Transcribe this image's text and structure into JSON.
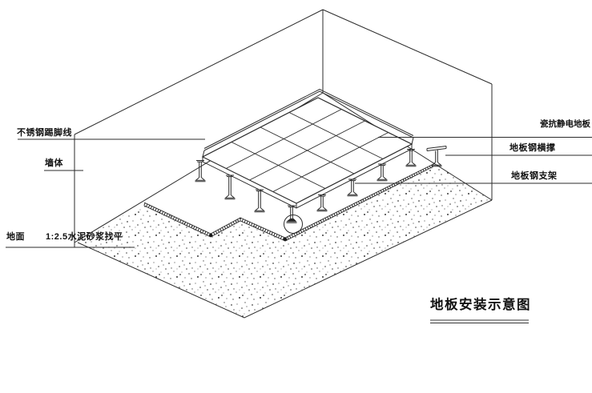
{
  "figure": {
    "kind": "axonometric construction detail drawing",
    "subject": "raised anti-static floor installation in a room corner",
    "floor_grid": "4x4 tiles",
    "pedestals_visible": 9,
    "has_detail_circle": true
  },
  "title": {
    "text": "地板安装示意图"
  },
  "callouts": {
    "skirting": {
      "text": "不锈钢踢脚线"
    },
    "wall": {
      "text": "墙体"
    },
    "ground": {
      "text": "地面"
    },
    "mortar": {
      "text": "1:2.5水泥砂浆找平"
    },
    "panel": {
      "text": "瓷抗静电地板"
    },
    "stringer": {
      "text": "地板钢横撑"
    },
    "pedestal": {
      "text": "地板钢支架"
    }
  },
  "colors": {
    "line": "#2b2b2b",
    "text": "#111111",
    "background": "#ffffff"
  }
}
